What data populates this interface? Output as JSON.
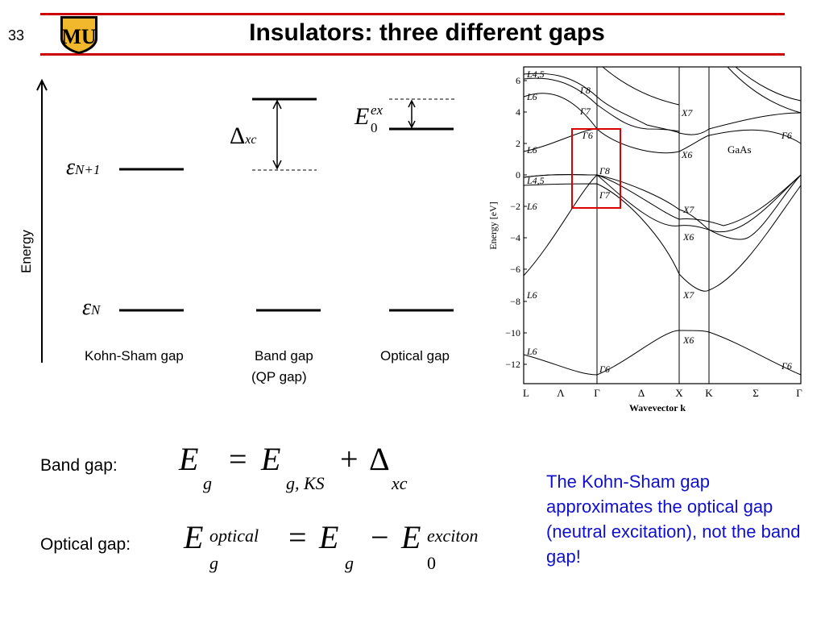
{
  "slide": {
    "number": "33",
    "title": "Insulators: three different gaps",
    "logo_letters": "MU",
    "colors": {
      "rule": "#cc0000",
      "logo_gold": "#f1b82d",
      "logo_black": "#000000",
      "note_text": "#1010cc",
      "highlight_box": "#dd0000"
    }
  },
  "diagram": {
    "axis_label": "Energy",
    "eps_symbol": "ε",
    "eps_upper_sub": "N+1",
    "eps_lower_sub": "N",
    "delta_symbol": "Δ",
    "delta_sub": "xc",
    "e0_symbol": "E",
    "e0_sub": "0",
    "e0_sup": "ex",
    "kohn_sham_label": "Kohn-Sham gap",
    "band_gap_label_1": "Band gap",
    "band_gap_label_2": "(QP gap)",
    "optical_gap_label": "Optical gap"
  },
  "band_plot": {
    "material": "GaAs",
    "ylabel": "Energy [eV]",
    "xlabel": "Wavevector k",
    "y_ticks": [
      "6",
      "4",
      "2",
      "0",
      "−2",
      "−4",
      "−6",
      "−8",
      "−10",
      "−12"
    ],
    "k_points": [
      "L",
      "Λ",
      "Γ",
      "Δ",
      "X",
      "K",
      "Σ",
      "Γ"
    ],
    "point_labels": {
      "L45_top": "L4,5",
      "L6_a": "L6",
      "L6_b": "L6",
      "L45_mid": "L4,5",
      "L6_c": "L6",
      "L6_d": "L6",
      "L6_e": "L6",
      "G8_top": "Γ8",
      "G7_top": "Γ7",
      "G6_mid": "Γ6",
      "G8_vb": "Γ8",
      "G7_vb": "Γ7",
      "G6_low": "Γ6",
      "X7_a": "X7",
      "X6_a": "X6",
      "X7_b": "X7",
      "X6_b": "X6",
      "X7_c": "X7",
      "X6_c": "X6",
      "G6_right_a": "Γ6",
      "G6_right_b": "Γ6"
    }
  },
  "equations": {
    "band_gap_label": "Band gap:",
    "optical_gap_label": "Optical gap:",
    "E": "E",
    "g": "g",
    "eq": "=",
    "plus": "+",
    "minus": "−",
    "gKS": "g, KS",
    "delta": "Δ",
    "xc": "xc",
    "optical": "optical",
    "exciton": "exciton",
    "zero": "0"
  },
  "note": "The Kohn-Sham gap approximates the optical gap (neutral excitation), not the band gap!"
}
